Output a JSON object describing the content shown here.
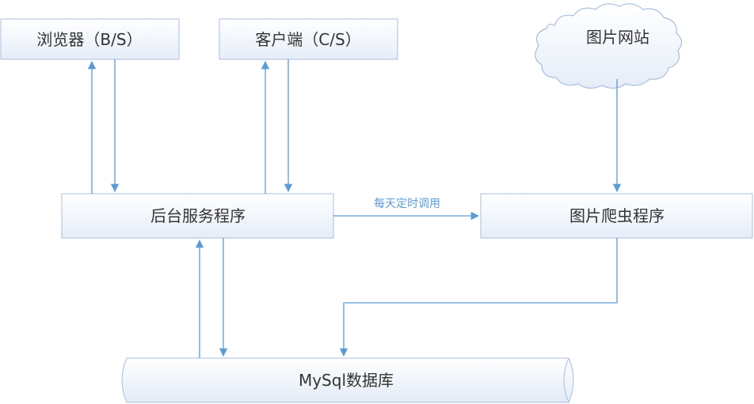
{
  "diagram": {
    "nodes": {
      "browser": "浏览器（B/S）",
      "client": "客户端（C/S）",
      "website": "图片网站",
      "backend": "后台服务程序",
      "crawler": "图片爬虫程序",
      "database": "MySql数据库"
    },
    "edges": {
      "daily_call": "每天定时调用"
    },
    "colors": {
      "line": "#5b9bd5",
      "box_fill_top": "#ffffff",
      "box_fill_bottom": "#e8eef8",
      "text": "#333333"
    }
  }
}
